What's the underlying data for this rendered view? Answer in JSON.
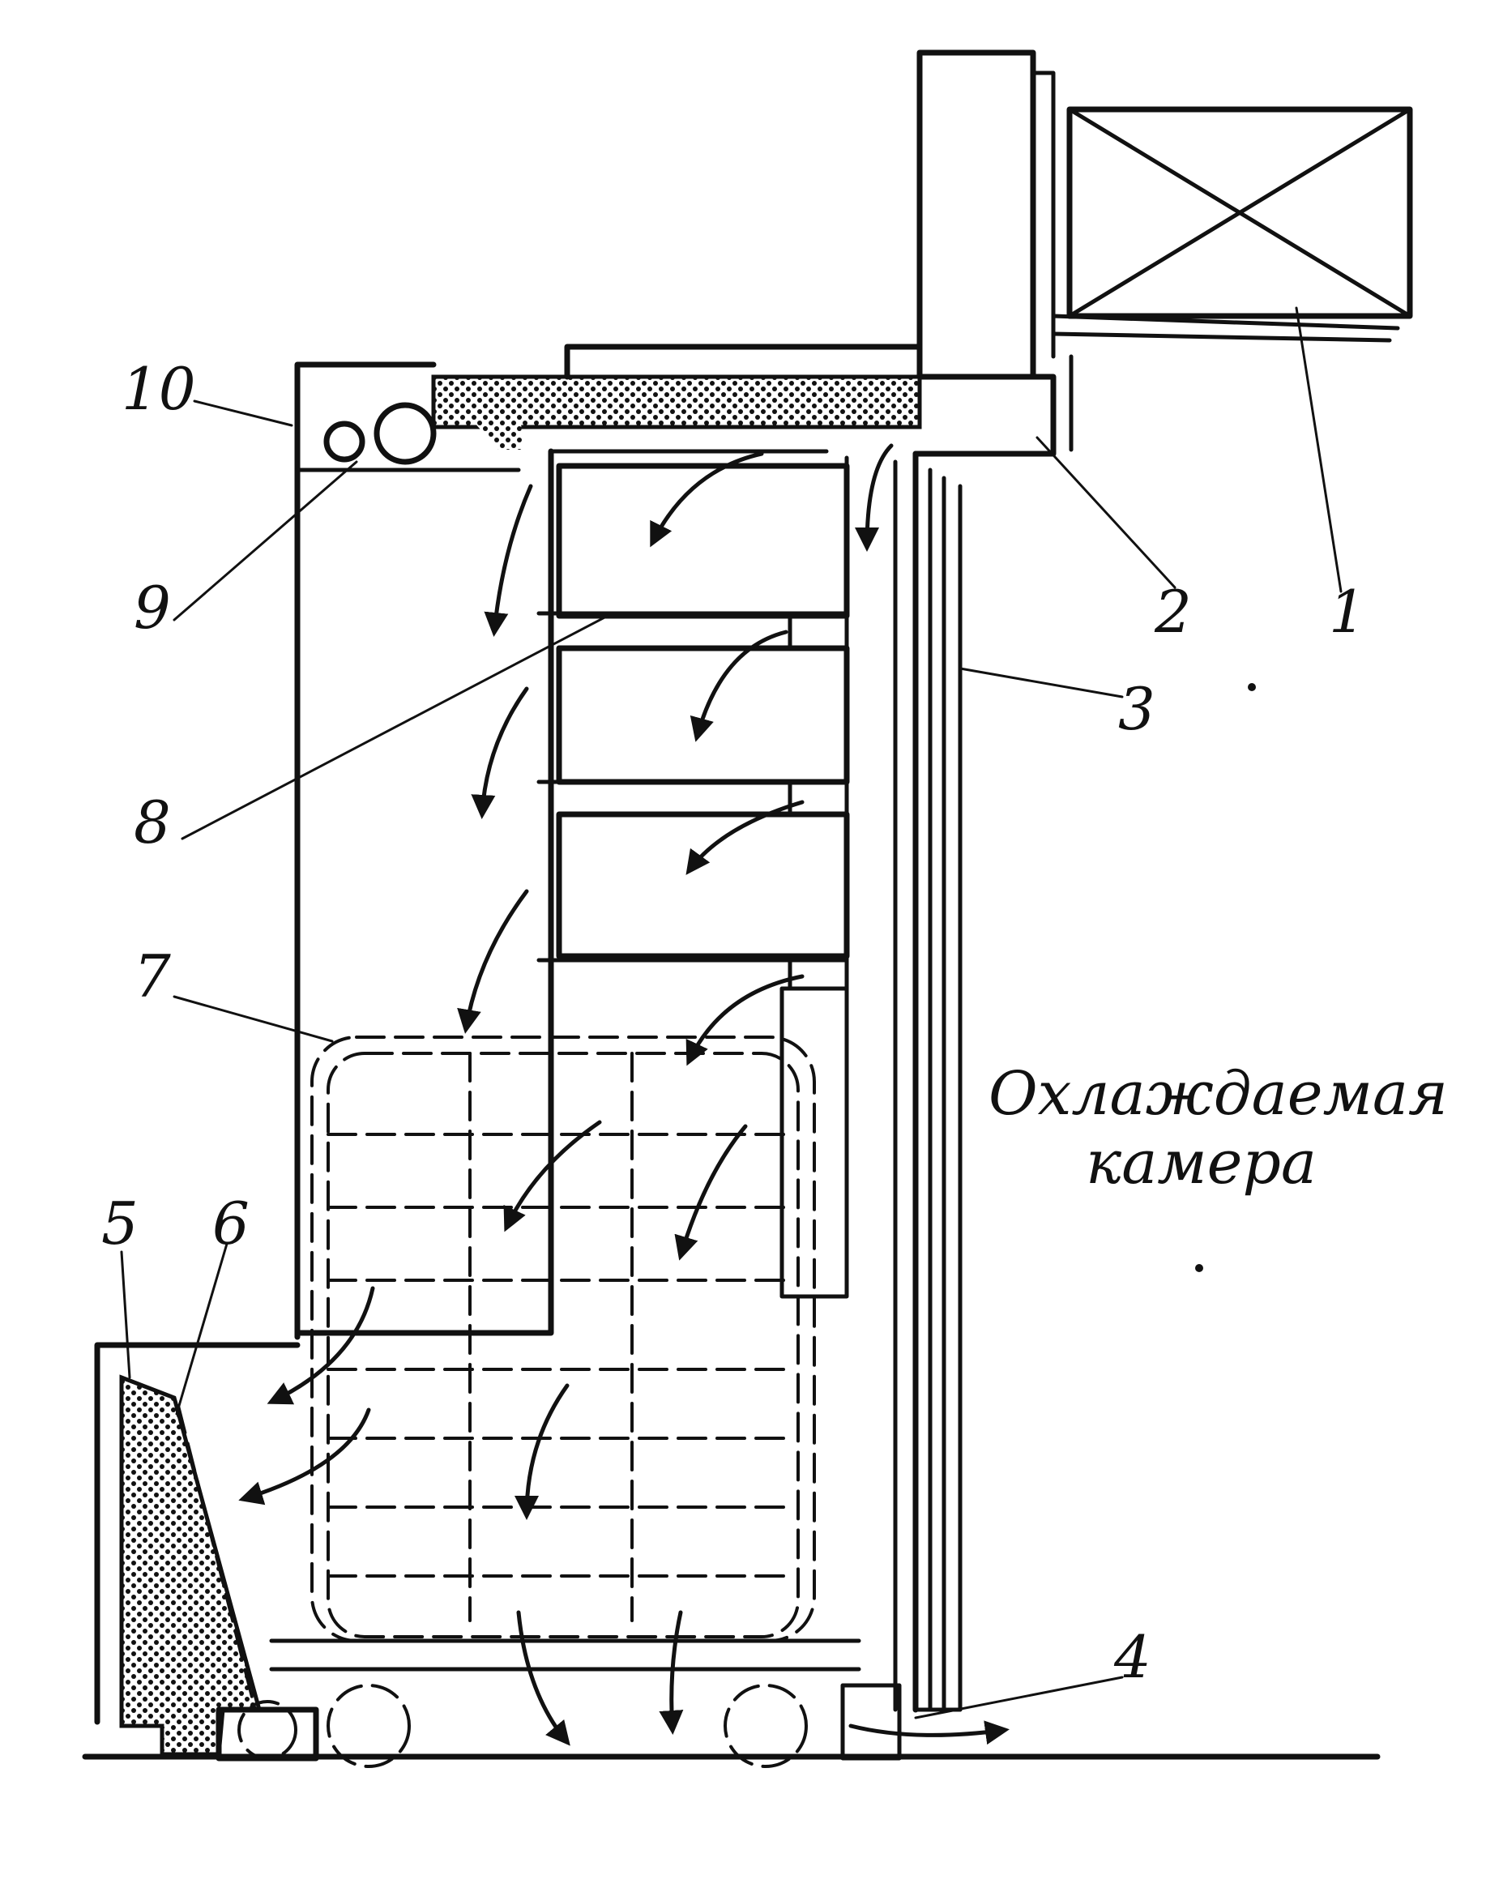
{
  "callouts": [
    "1",
    "2",
    "3",
    "4",
    "5",
    "6",
    "7",
    "8",
    "9",
    "10"
  ],
  "caption": {
    "line1": "Охлаждаемая",
    "line2": "камера"
  },
  "colors": {
    "ink": "#111111",
    "paper": "#ffffff",
    "insulation_hatch": "#111111"
  }
}
